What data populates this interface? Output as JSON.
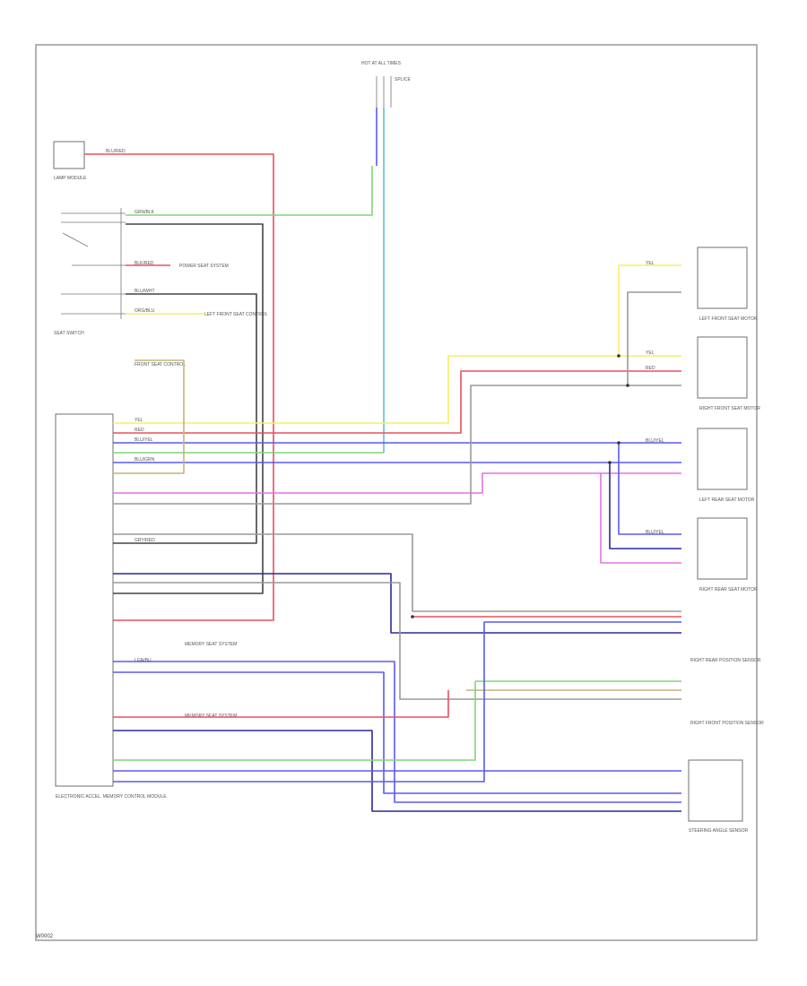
{
  "footer_code": "W0002",
  "components": {
    "hot_at_all_times_top": "HOT AT ALL TIMES",
    "lamp_module": "LAMP MODULE",
    "seat_switch": "SEAT SWITCH",
    "control_module": "ELECTRONIC ACCEL. MEMORY CONTROL MODULE",
    "lf_seat_motor": "LEFT FRONT SEAT MOTOR",
    "rf_seat_motor": "RIGHT FRONT SEAT MOTOR",
    "lr_seat_motor": "LEFT REAR SEAT MOTOR",
    "rr_seat_motor": "RIGHT REAR SEAT MOTOR",
    "right_rear_sensor": "RIGHT REAR POSITION SENSOR",
    "right_front_sensor": "RIGHT FRONT POSITION SENSOR",
    "steering_angle_sensor": "STEERING ANGLE SENSOR"
  },
  "notes": {
    "splice_note": "SPLICE",
    "power_note": "POWER SEAT SYSTEM",
    "left_front_note": "LEFT FRONT SEAT CONTROL",
    "front_seat_note": "FRONT SEAT CONTROL",
    "memory_note_1": "MEMORY SEAT SYSTEM",
    "memory_note_2": "MEMORY SEAT SYSTEM"
  },
  "wires": {
    "blu_red": "BLU/RED",
    "org_blu": "ORG/BLU",
    "blu_wht": "BLU/WHT",
    "yel": "YEL",
    "red": "RED",
    "blu_yel": "BLU/YEL",
    "grn_blk": "GRN/BLK",
    "blu_grn": "BLU/GRN",
    "lgn_bu": "LGN/BU",
    "gry_red": "GRY/RED",
    "blk_red": "BLK/RED"
  },
  "colors": {
    "red": "#e8505f",
    "yellow": "#f3f064",
    "green": "#7fd67a",
    "blue": "#5a5af0",
    "cyan": "#5fc0d8",
    "magenta": "#e870e8",
    "gray": "#9a9a9a",
    "dark": "#444444",
    "navy": "#2a2a99",
    "tan": "#c8b27a"
  }
}
